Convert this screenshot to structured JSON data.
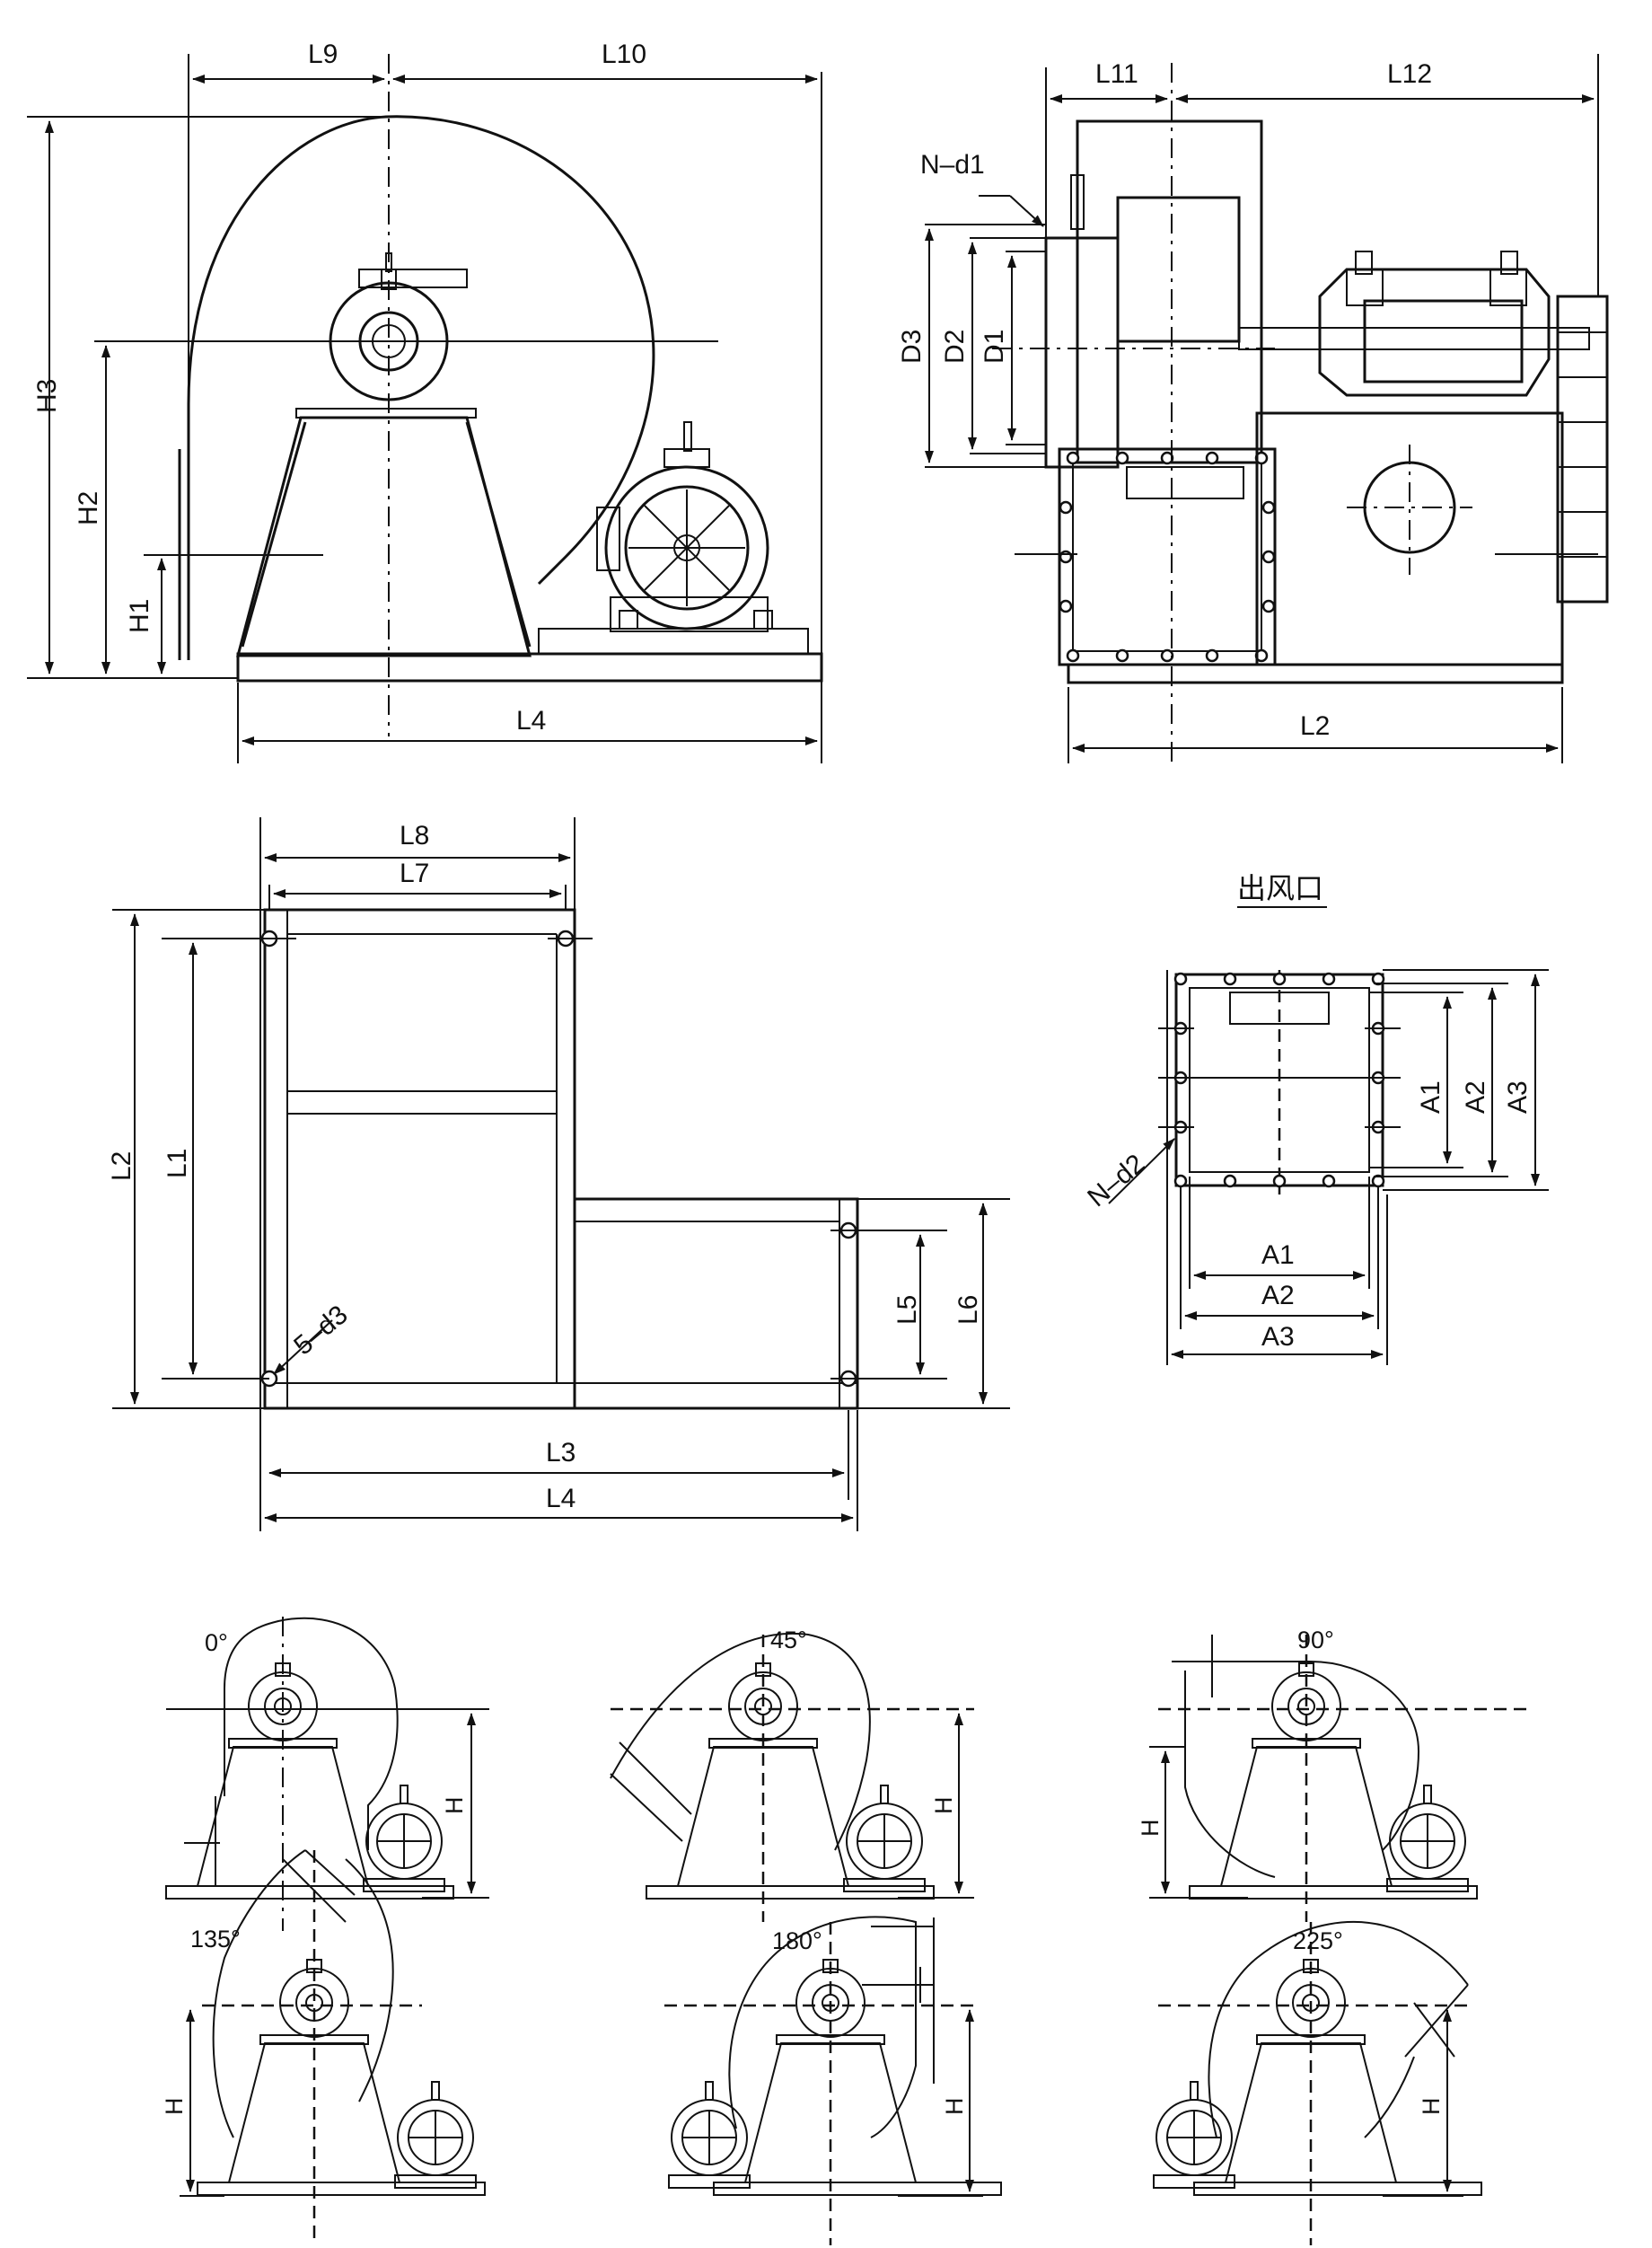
{
  "side_view": {
    "labels": {
      "L9": "L9",
      "L10": "L10",
      "H3": "H3",
      "H2": "H2",
      "H1": "H1",
      "L4": "L4"
    }
  },
  "front_view": {
    "labels": {
      "L11": "L11",
      "L12": "L12",
      "N_d1": "N–d1",
      "D3": "D3",
      "D2": "D2",
      "D1": "D1",
      "L2": "L2"
    }
  },
  "base_plan": {
    "labels": {
      "L8": "L8",
      "L7": "L7",
      "L2": "L2",
      "L1": "L1",
      "d3": "5–d3",
      "L5": "L5",
      "L6": "L6",
      "L3": "L3",
      "L4": "L4"
    }
  },
  "outlet": {
    "title": "出风口",
    "labels": {
      "A1": "A1",
      "A2": "A2",
      "A3": "A3",
      "N_d2": "N–d2",
      "A1b": "A1",
      "A2b": "A2",
      "A3b": "A3"
    }
  },
  "orientations": [
    {
      "angle": "0°",
      "h": "H"
    },
    {
      "angle": "45°",
      "h": "H"
    },
    {
      "angle": "90°",
      "h": "H"
    },
    {
      "angle": "135°",
      "h": "H"
    },
    {
      "angle": "180°",
      "h": "H"
    },
    {
      "angle": "225°",
      "h": "H"
    }
  ]
}
